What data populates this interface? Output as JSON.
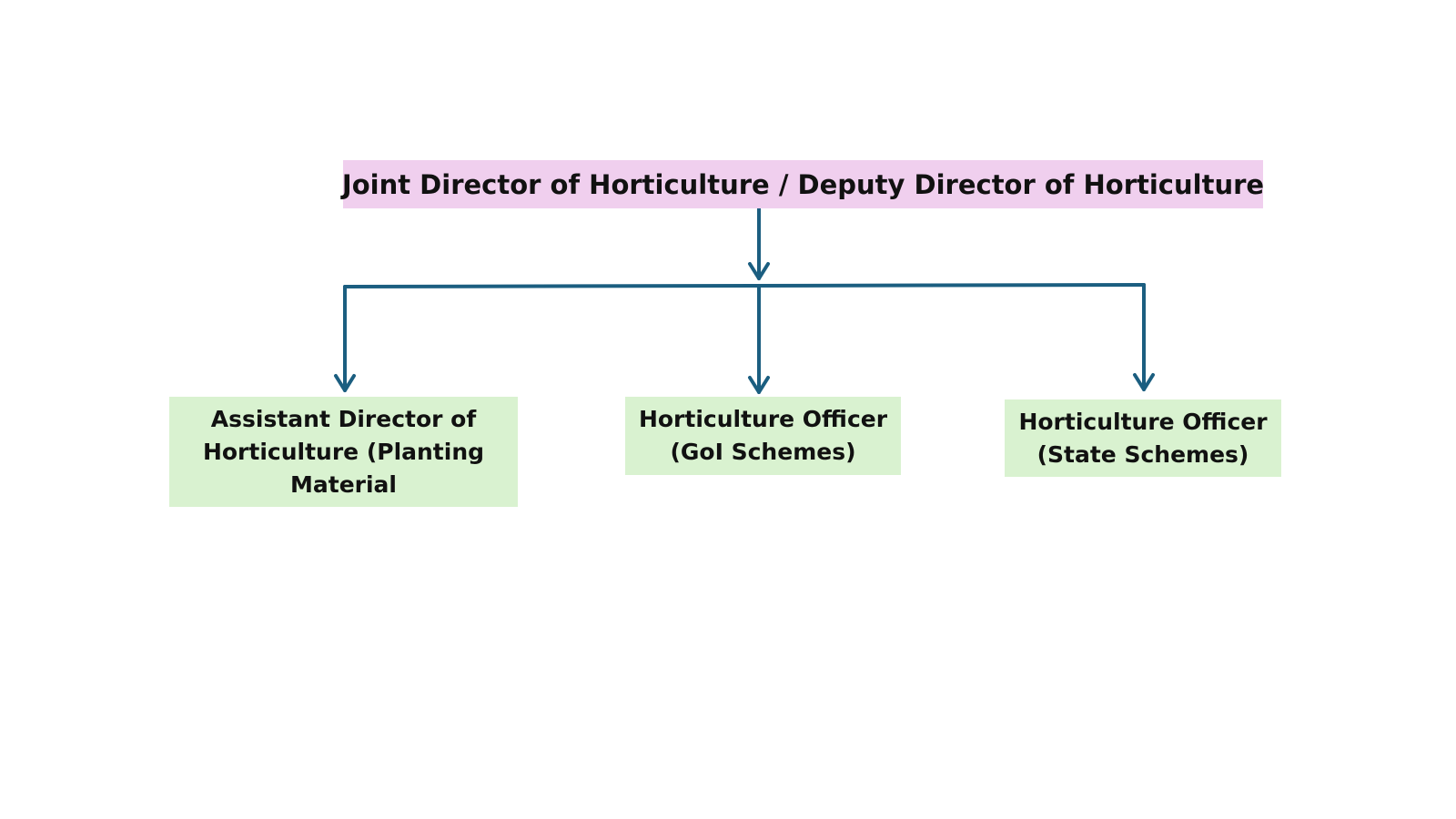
{
  "colors": {
    "top_box_fill": "#f0cfee",
    "child_box_fill": "#d9f2d0",
    "connector": "#1b5e80",
    "text": "#111111"
  },
  "org_chart": {
    "top": {
      "label": "Joint Director of Horticulture / Deputy Director of Horticulture"
    },
    "children": [
      {
        "label": "Assistant Director of Horticulture (Planting Material"
      },
      {
        "label": "Horticulture Officer (GoI Schemes)"
      },
      {
        "label": "Horticulture Officer (State Schemes)"
      }
    ]
  }
}
